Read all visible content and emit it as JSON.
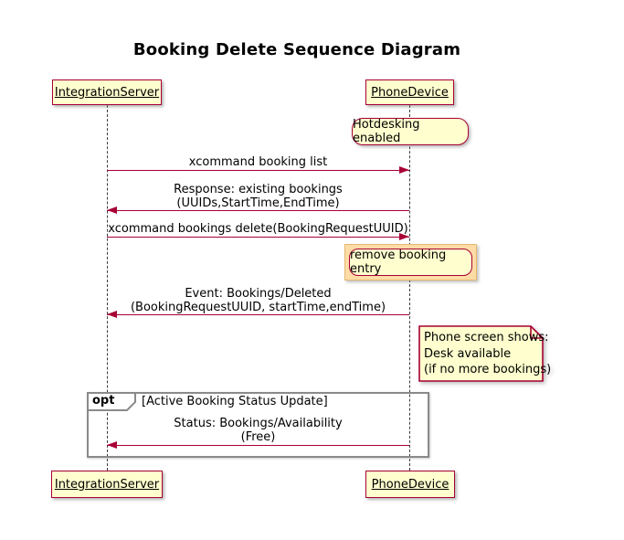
{
  "diagram": {
    "type": "sequence",
    "title": "Booking Delete Sequence Diagram"
  },
  "participants": [
    {
      "label": "IntegrationServer"
    },
    {
      "label": "PhoneDevice"
    }
  ],
  "notes": {
    "hotdesking": "Hotdesking enabled",
    "remove_entry": "remove booking entry",
    "phone_screen": {
      "line1": "Phone screen shows:",
      "line2": "Desk available",
      "line3": "(if no more bookings)"
    }
  },
  "messages": [
    {
      "from": "IntegrationServer",
      "to": "PhoneDevice",
      "line1": "xcommand booking list"
    },
    {
      "from": "PhoneDevice",
      "to": "IntegrationServer",
      "line1": "Response: existing bookings",
      "line2": "(UUIDs,StartTime,EndTime)"
    },
    {
      "from": "IntegrationServer",
      "to": "PhoneDevice",
      "line1": "xcommand bookings delete(BookingRequestUUID)"
    },
    {
      "from": "PhoneDevice",
      "to": "IntegrationServer",
      "line1": "Event: Bookings/Deleted",
      "line2": "(BookingRequestUUID, startTime,endTime)"
    },
    {
      "from": "PhoneDevice",
      "to": "IntegrationServer",
      "line1": "Status: Bookings/Availability",
      "line2": "(Free)"
    }
  ],
  "fragment": {
    "operator": "opt",
    "condition": "[Active Booking Status Update]"
  },
  "colors": {
    "background": "#FFFFFF",
    "participant_fill": "#FEFECE",
    "participant_border": "#A80036",
    "message_arrow": "#A80036",
    "note_fill": "#FEFECE",
    "note_border": "#A80036",
    "highlight_fill": "#FFDCA6",
    "fragment_border": "#8A8A8A",
    "text": "#000000"
  }
}
